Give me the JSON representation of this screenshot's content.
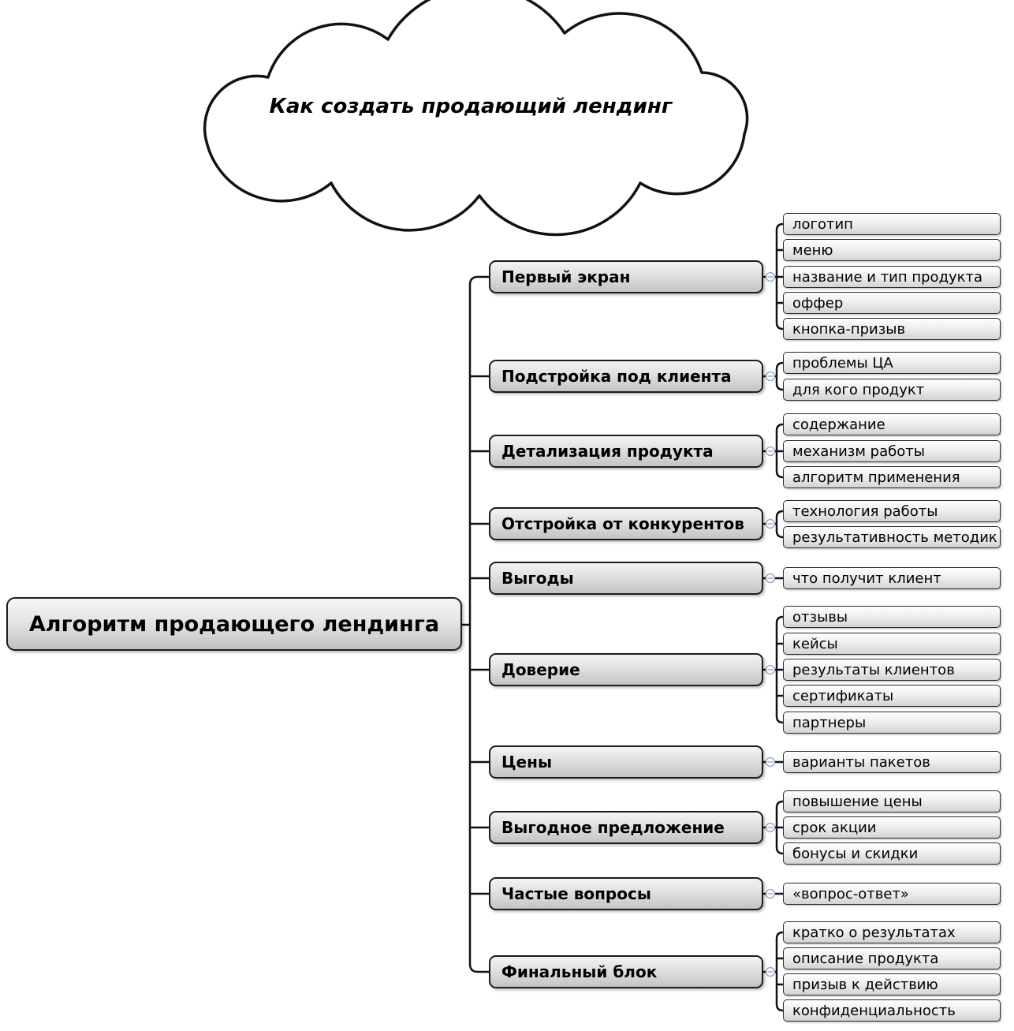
{
  "cloud": {
    "title": "Как создать продающий лендинг"
  },
  "root": {
    "label": "Алгоритм продающего лендинга"
  },
  "topics": [
    {
      "label": "Первый экран",
      "children": [
        "логотип",
        "меню",
        "название и тип продукта",
        "оффер",
        "кнопка-призыв"
      ]
    },
    {
      "label": "Подстройка под клиента",
      "children": [
        "проблемы ЦА",
        "для кого продукт"
      ]
    },
    {
      "label": "Детализация продукта",
      "children": [
        "содержание",
        "механизм работы",
        "алгоритм применения"
      ]
    },
    {
      "label": "Отстройка от конкурентов",
      "children": [
        "технология работы",
        "результативность методик"
      ]
    },
    {
      "label": "Выгоды",
      "children": [
        "что получит клиент"
      ]
    },
    {
      "label": "Доверие",
      "children": [
        "отзывы",
        "кейсы",
        "результаты клиентов",
        "сертификаты",
        "партнеры"
      ]
    },
    {
      "label": "Цены",
      "children": [
        "варианты пакетов"
      ]
    },
    {
      "label": "Выгодное предложение",
      "children": [
        "повышение цены",
        "срок акции",
        "бонусы и скидки"
      ]
    },
    {
      "label": "Частые вопросы",
      "children": [
        "«вопрос-ответ»"
      ]
    },
    {
      "label": "Финальный блок",
      "children": [
        "кратко о результатах",
        "описание продукта",
        "призыв к действию",
        "конфиденциальность"
      ]
    }
  ],
  "icons": {
    "collapse": "minus-circle"
  },
  "colors": {
    "background": "#ffffff",
    "node_border": "#1c1c1c",
    "connector": "#111111",
    "collapse_icon_stroke": "#93a2c4",
    "node_fill_top": "#f7f7f7",
    "node_fill_bottom": "#c2c2c2"
  }
}
